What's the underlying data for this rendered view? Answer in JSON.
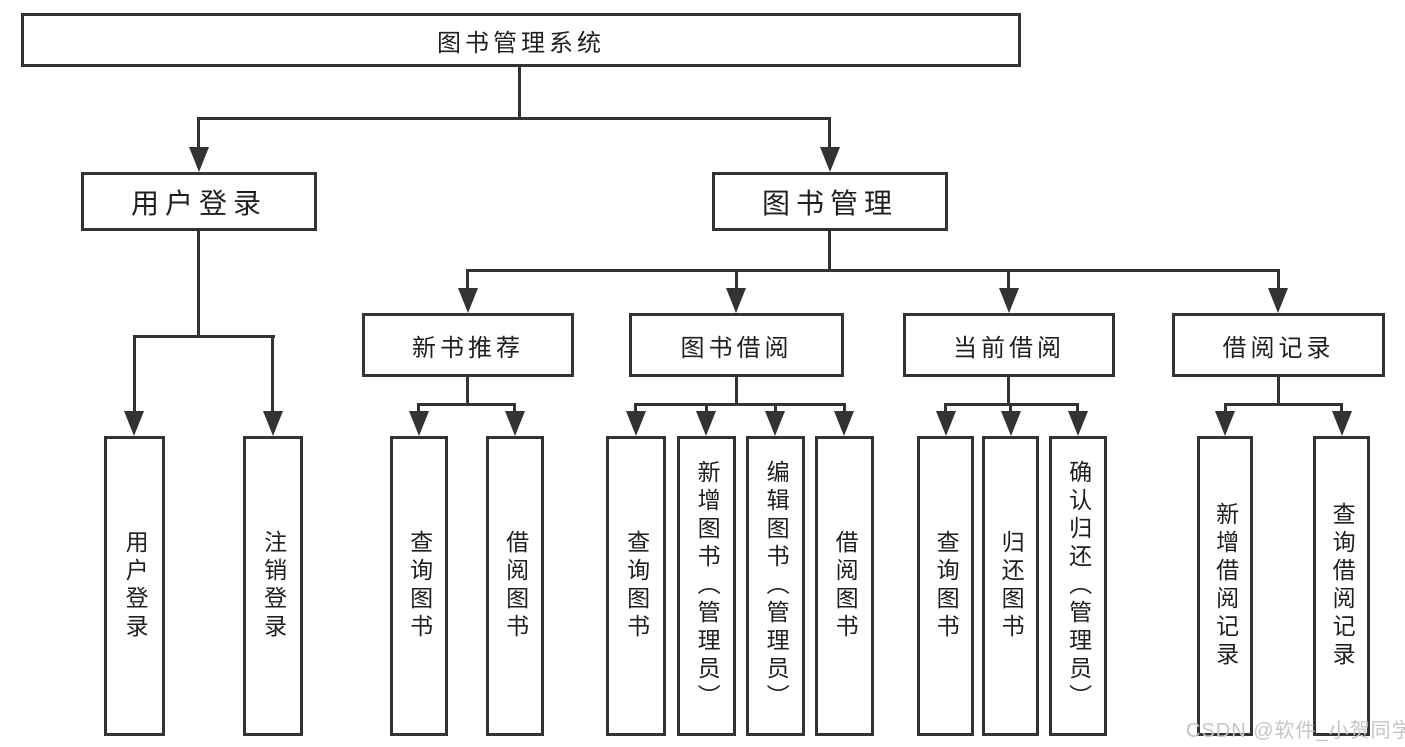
{
  "diagram_title": "图书管理系统",
  "tree": {
    "label": "图书管理系统",
    "children": [
      {
        "label": "用户登录",
        "children": [
          {
            "label": "用户登录"
          },
          {
            "label": "注销登录"
          }
        ]
      },
      {
        "label": "图书管理",
        "children": [
          {
            "label": "新书推荐",
            "children": [
              {
                "label": "查询图书"
              },
              {
                "label": "借阅图书"
              }
            ]
          },
          {
            "label": "图书借阅",
            "children": [
              {
                "label": "查询图书"
              },
              {
                "label": "新增图书（管理员）"
              },
              {
                "label": "编辑图书（管理员）"
              },
              {
                "label": "借阅图书"
              }
            ]
          },
          {
            "label": "当前借阅",
            "children": [
              {
                "label": "查询图书"
              },
              {
                "label": "归还图书"
              },
              {
                "label": "确认归还（管理员）"
              }
            ]
          },
          {
            "label": "借阅记录",
            "children": [
              {
                "label": "新增借阅记录"
              },
              {
                "label": "查询借阅记录"
              }
            ]
          }
        ]
      }
    ]
  },
  "watermark": "CSDN @软件_小贺同学",
  "colors": {
    "line": "#333333",
    "text": "#1f1f1f",
    "background": "#ffffff",
    "watermark": "#c6c6c6"
  }
}
